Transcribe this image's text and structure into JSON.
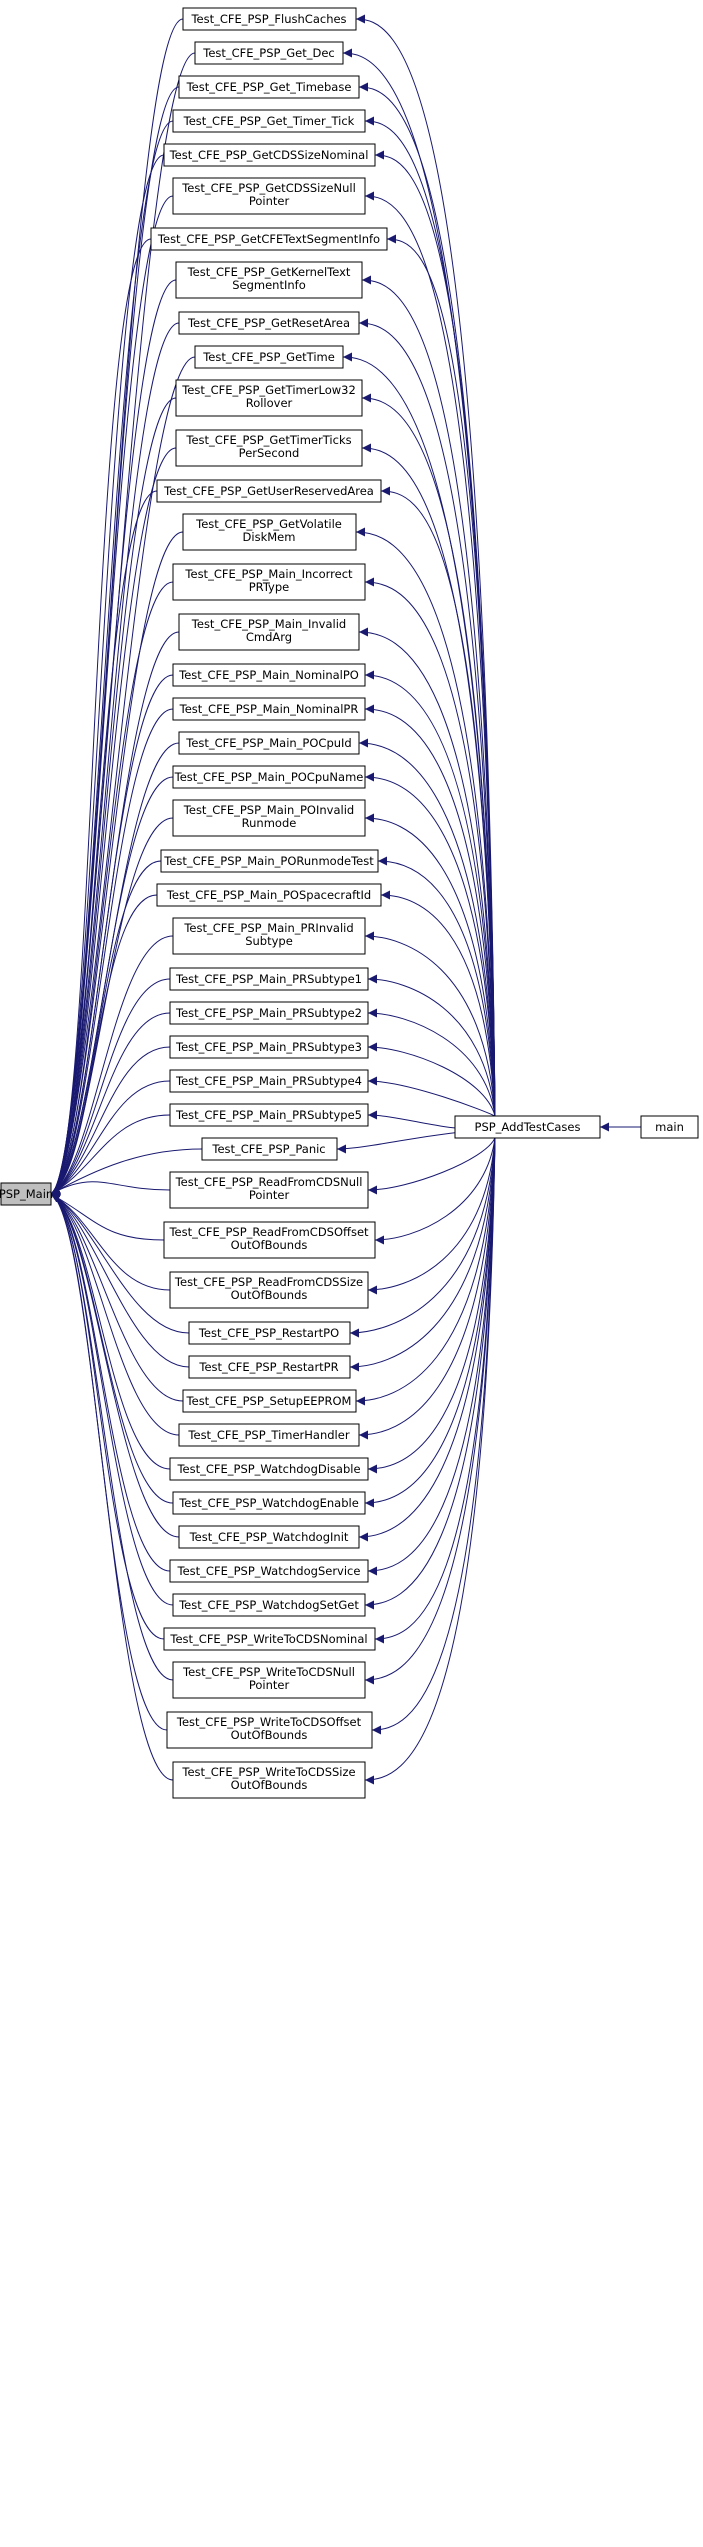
{
  "root": "PSP_Main",
  "hub": "PSP_AddTestCases",
  "caller": "main",
  "colors": {
    "edge": "#191970",
    "root_fill": "#bfbfbf",
    "node_fill": "#ffffff"
  },
  "tests": [
    [
      "Test_CFE_PSP_FlushCaches"
    ],
    [
      "Test_CFE_PSP_Get_Dec"
    ],
    [
      "Test_CFE_PSP_Get_Timebase"
    ],
    [
      "Test_CFE_PSP_Get_Timer_Tick"
    ],
    [
      "Test_CFE_PSP_GetCDSSizeNominal"
    ],
    [
      "Test_CFE_PSP_GetCDSSizeNull",
      "Pointer"
    ],
    [
      "Test_CFE_PSP_GetCFETextSegmentInfo"
    ],
    [
      "Test_CFE_PSP_GetKernelText",
      "SegmentInfo"
    ],
    [
      "Test_CFE_PSP_GetResetArea"
    ],
    [
      "Test_CFE_PSP_GetTime"
    ],
    [
      "Test_CFE_PSP_GetTimerLow32",
      "Rollover"
    ],
    [
      "Test_CFE_PSP_GetTimerTicks",
      "PerSecond"
    ],
    [
      "Test_CFE_PSP_GetUserReservedArea"
    ],
    [
      "Test_CFE_PSP_GetVolatile",
      "DiskMem"
    ],
    [
      "Test_CFE_PSP_Main_Incorrect",
      "PRType"
    ],
    [
      "Test_CFE_PSP_Main_Invalid",
      "CmdArg"
    ],
    [
      "Test_CFE_PSP_Main_NominalPO"
    ],
    [
      "Test_CFE_PSP_Main_NominalPR"
    ],
    [
      "Test_CFE_PSP_Main_POCpuId"
    ],
    [
      "Test_CFE_PSP_Main_POCpuName"
    ],
    [
      "Test_CFE_PSP_Main_POInvalid",
      "Runmode"
    ],
    [
      "Test_CFE_PSP_Main_PORunmodeTest"
    ],
    [
      "Test_CFE_PSP_Main_POSpacecraftId"
    ],
    [
      "Test_CFE_PSP_Main_PRInvalid",
      "Subtype"
    ],
    [
      "Test_CFE_PSP_Main_PRSubtype1"
    ],
    [
      "Test_CFE_PSP_Main_PRSubtype2"
    ],
    [
      "Test_CFE_PSP_Main_PRSubtype3"
    ],
    [
      "Test_CFE_PSP_Main_PRSubtype4"
    ],
    [
      "Test_CFE_PSP_Main_PRSubtype5"
    ],
    [
      "Test_CFE_PSP_Panic"
    ],
    [
      "Test_CFE_PSP_ReadFromCDSNull",
      "Pointer"
    ],
    [
      "Test_CFE_PSP_ReadFromCDSOffset",
      "OutOfBounds"
    ],
    [
      "Test_CFE_PSP_ReadFromCDSSize",
      "OutOfBounds"
    ],
    [
      "Test_CFE_PSP_RestartPO"
    ],
    [
      "Test_CFE_PSP_RestartPR"
    ],
    [
      "Test_CFE_PSP_SetupEEPROM"
    ],
    [
      "Test_CFE_PSP_TimerHandler"
    ],
    [
      "Test_CFE_PSP_WatchdogDisable"
    ],
    [
      "Test_CFE_PSP_WatchdogEnable"
    ],
    [
      "Test_CFE_PSP_WatchdogInit"
    ],
    [
      "Test_CFE_PSP_WatchdogService"
    ],
    [
      "Test_CFE_PSP_WatchdogSetGet"
    ],
    [
      "Test_CFE_PSP_WriteToCDSNominal"
    ],
    [
      "Test_CFE_PSP_WriteToCDSNull",
      "Pointer"
    ],
    [
      "Test_CFE_PSP_WriteToCDSOffset",
      "OutOfBounds"
    ],
    [
      "Test_CFE_PSP_WriteToCDSSize",
      "OutOfBounds"
    ]
  ]
}
